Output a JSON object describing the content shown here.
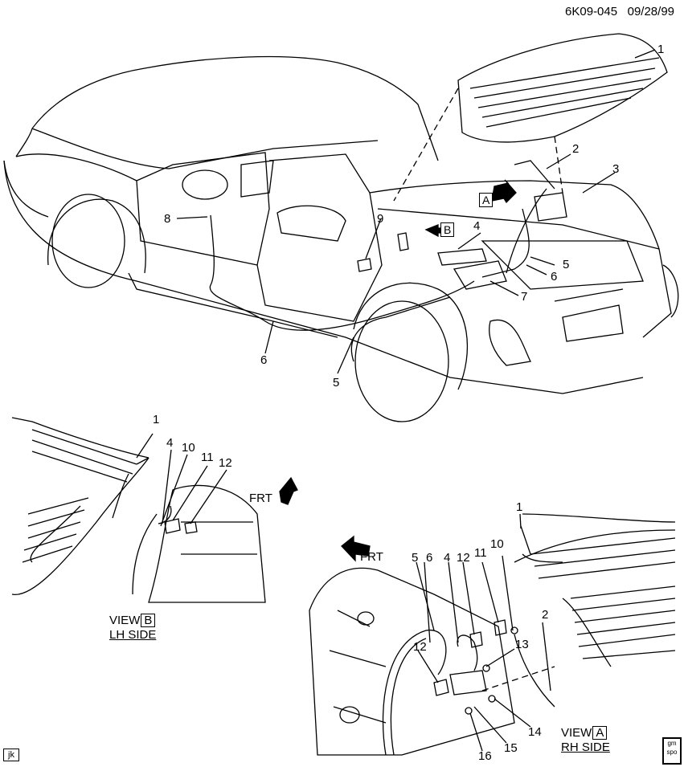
{
  "header": {
    "code": "6K09-045",
    "date": "09/28/99"
  },
  "main_labels": [
    "1",
    "2",
    "3",
    "4",
    "5",
    "6",
    "7",
    "8",
    "9",
    "5",
    "6"
  ],
  "view_a_marker": "A",
  "view_b_marker": "B",
  "lh_labels": [
    "1",
    "4",
    "10",
    "11",
    "12"
  ],
  "rh_labels": [
    "1",
    "5",
    "6",
    "4",
    "12",
    "11",
    "10",
    "2",
    "12",
    "13",
    "14",
    "15",
    "16"
  ],
  "frt_text": "FRT",
  "view_b": {
    "prefix": "VIEW",
    "letter": "B",
    "side": "LH SIDE"
  },
  "view_a": {
    "prefix": "VIEW",
    "letter": "A",
    "side": "RH SIDE"
  },
  "footer": {
    "initials": "jk",
    "logo_top": "gm",
    "logo_bottom": "spo"
  }
}
